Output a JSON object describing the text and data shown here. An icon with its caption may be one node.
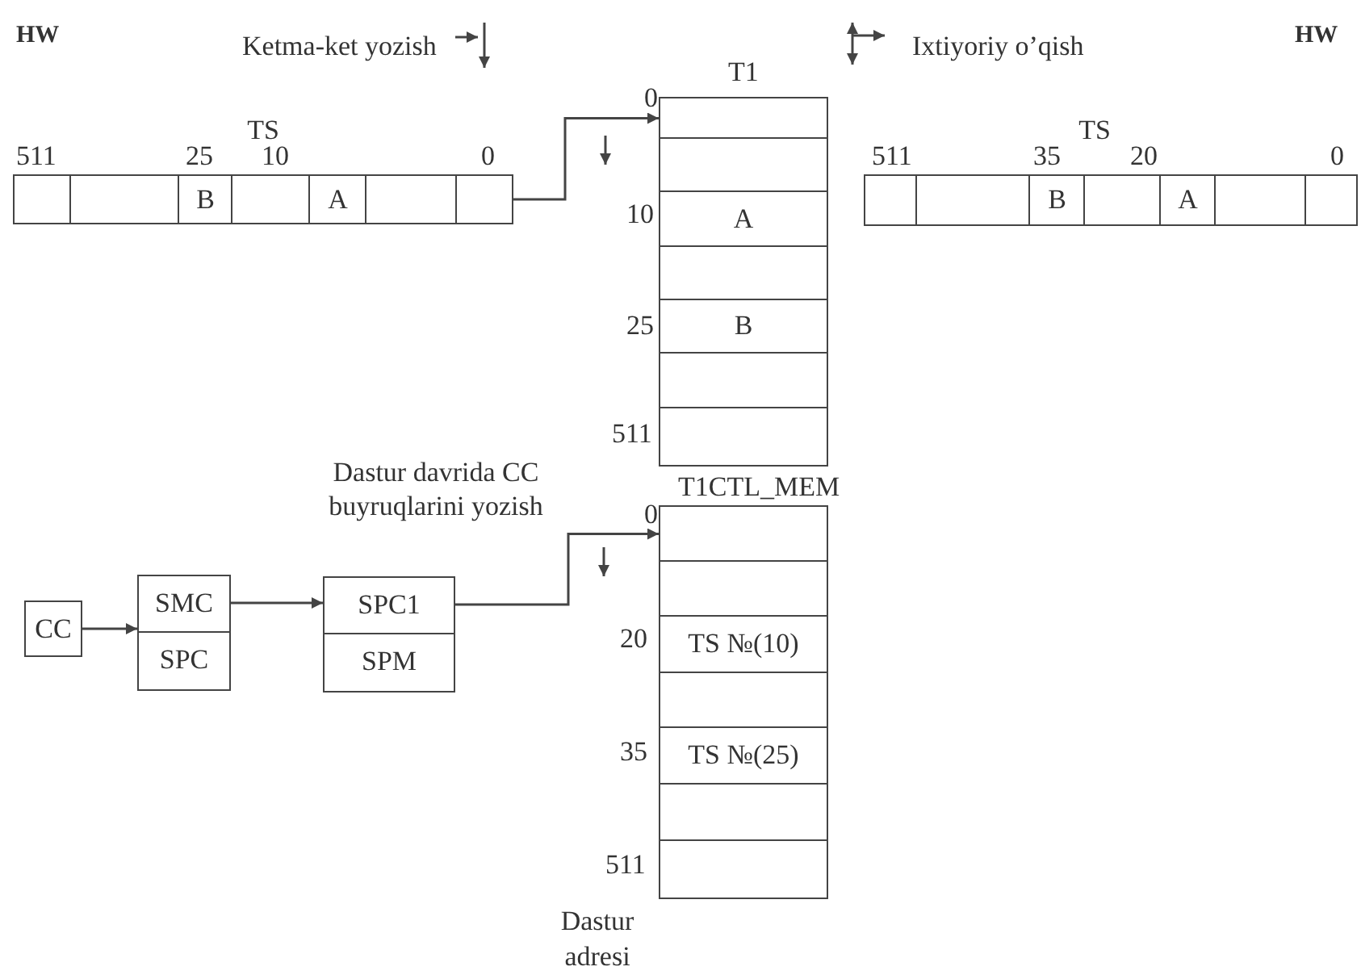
{
  "diagram": {
    "nodes": [
      {
        "text": [
          "TS"
        ]
      },
      {
        "text": [],
        "shape": "box",
        "in": 0
      },
      {
        "text": [],
        "shape": "box",
        "in": 0
      },
      {
        "text": [
          "B"
        ],
        "in": 0
      },
      {
        "text": [],
        "shape": "box",
        "in": 0
      },
      {
        "text": [
          "A"
        ],
        "in": 0
      },
      {
        "text": [],
        "shape": "box",
        "in": 0
      },
      {
        "text": [],
        "shape": "box",
        "in": 0
      },
      {
        "text": [
          "T1"
        ]
      },
      {
        "text": [],
        "shape": "box",
        "in": 8
      },
      {
        "text": [],
        "shape": "box",
        "in": 8
      },
      {
        "text": [
          "A"
        ],
        "in": 8
      },
      {
        "text": [],
        "shape": "box",
        "in": 8
      },
      {
        "text": [
          "B"
        ],
        "in": 8
      },
      {
        "text": [],
        "shape": "box",
        "in": 8
      },
      {
        "text": [],
        "shape": "box",
        "in": 8
      },
      {
        "text": [
          "TS"
        ]
      },
      {
        "text": [],
        "shape": "box",
        "in": 16
      },
      {
        "text": [],
        "shape": "box",
        "in": 16
      },
      {
        "text": [
          "B"
        ],
        "in": 16
      },
      {
        "text": [],
        "shape": "box",
        "in": 16
      },
      {
        "text": [
          "A"
        ],
        "in": 16
      },
      {
        "text": [],
        "shape": "box",
        "in": 16
      },
      {
        "text": [],
        "shape": "box",
        "in": 16
      },
      {
        "text": [
          "T1CTL_MEM"
        ]
      },
      {
        "text": [],
        "shape": "box",
        "in": 24
      },
      {
        "text": [],
        "shape": "box",
        "in": 24
      },
      {
        "text": [
          "TS №(10)"
        ],
        "in": 24
      },
      {
        "text": [],
        "shape": "box",
        "in": 24
      },
      {
        "text": [
          "TS №(25)"
        ],
        "in": 24
      },
      {
        "text": [],
        "shape": "box",
        "in": 24
      },
      {
        "text": [],
        "shape": "box",
        "in": 24
      },
      {
        "text": [
          "CC"
        ]
      },
      {
        "text": [
          "SMC",
          "SPC"
        ]
      },
      {
        "text": [
          "SPC1",
          "SPM"
        ]
      }
    ],
    "edges": [
      {
        "from": 7,
        "to": 9,
        "arrow": "to"
      },
      {
        "from": 32,
        "to": 33,
        "arrow": "to"
      },
      {
        "from": 33,
        "to": 34,
        "arrow": "to"
      },
      {
        "from": 34,
        "to": 25,
        "arrow": "to",
        "label": "Dastur davrida CC buyruqlarini yozish"
      }
    ],
    "labels": [
      "HW",
      "HW",
      "511",
      "25",
      "10",
      "0",
      "0",
      "511",
      "35",
      "20",
      "0",
      "10",
      "25",
      "511",
      "0",
      "20",
      "35",
      "511",
      "Dastur adresi"
    ],
    "legend": [
      {
        "text": "Ketma-ket yozish"
      },
      {
        "text": "Ixtiyoriy o’qish"
      }
    ]
  }
}
